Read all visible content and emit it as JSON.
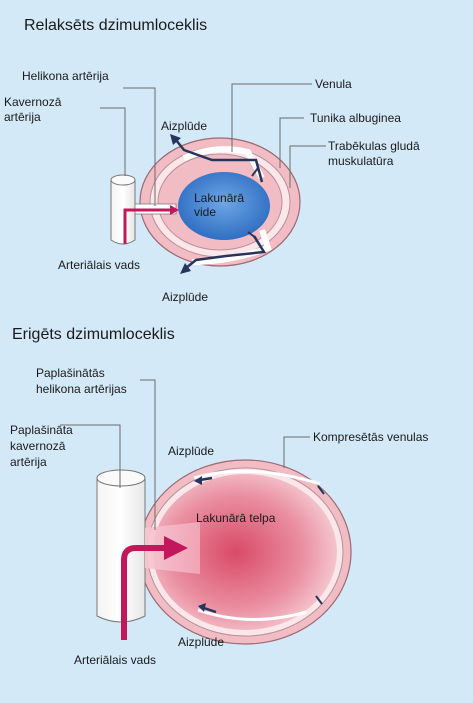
{
  "relaxed": {
    "title": "Relaksēts dzimumloceklis",
    "labels": {
      "helicine_artery": "Helikona artērija",
      "cavernous_artery_1": "Kavernozā",
      "cavernous_artery_2": "artērija",
      "outflow_top": "Aizplūde",
      "lacunar_1": "Lakunārā",
      "lacunar_2": "vide",
      "arteriolar": "Arteriālais vads",
      "outflow_bottom": "Aizplūde",
      "venule": "Venula",
      "tunica": "Tunika albuginea",
      "trabecular_1": "Trabēkulas gludā",
      "trabecular_2": "muskulatūra"
    }
  },
  "erect": {
    "title": "Erigēts dzimumloceklis",
    "labels": {
      "dilated_helicine_1": "Paplašinātās",
      "dilated_helicine_2": "helikona artērijas",
      "dilated_cavernous_1": "Paplašināta",
      "dilated_cavernous_2": "kavernozā",
      "dilated_cavernous_3": "artērija",
      "outflow_top": "Aizplūde",
      "compressed_venules": "Kompresētās venulas",
      "lacunar_space": "Lakunārā  telpa",
      "outflow_bottom": "Aizplūde",
      "arteriolar": "Arteriālais vads"
    }
  },
  "colors": {
    "background": "#d4e9f8",
    "arrow_artery": "#c2185b",
    "arrow_vein": "#26355c",
    "lacunar_blue": "#3e7fcf",
    "lacunar_red": "#e0607a",
    "tissue_pink": "#f2bcc4"
  }
}
